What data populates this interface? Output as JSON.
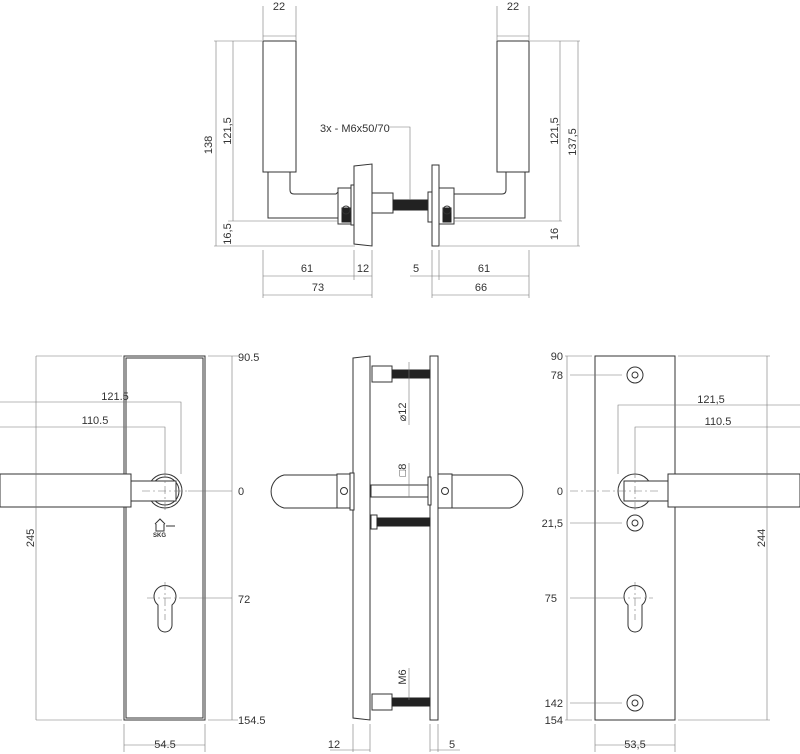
{
  "top_view": {
    "left_diameter": "22",
    "right_diameter": "22",
    "left_height_total": "138",
    "left_height_grip": "121,5",
    "left_offset": "16,5",
    "right_height_grip": "121,5",
    "right_height_total": "137,5",
    "right_offset": "16",
    "screw_note": "3x - M6x50/70",
    "left_reach": "61",
    "left_rose_thickness": "12",
    "left_total": "73",
    "right_rose_thickness": "5",
    "right_reach": "61",
    "right_total": "66"
  },
  "front_view_left": {
    "lever_length_outer": "121.5",
    "lever_length_center": "110.5",
    "plate_height": "245",
    "top_dim": "90.5",
    "handle_axis": "0",
    "cylinder_dim": "72",
    "bottom_dim": "154.5",
    "plate_width": "54.5",
    "certification_mark": "SKG"
  },
  "side_view": {
    "screw_hole_diameter": "⌀12",
    "spindle_size": "□8",
    "screw_thread": "M6",
    "outer_plate_thickness": "12",
    "inner_plate_thickness": "5"
  },
  "front_view_right": {
    "top_dim": "90",
    "top_screw_dim": "78",
    "handle_axis": "0",
    "middle_screw_dim": "21,5",
    "cylinder_dim": "75",
    "bottom_screw_dim": "142",
    "bottom_dim": "154",
    "lever_length_outer": "121,5",
    "lever_length_center": "110.5",
    "plate_height": "244",
    "plate_width": "53,5"
  }
}
